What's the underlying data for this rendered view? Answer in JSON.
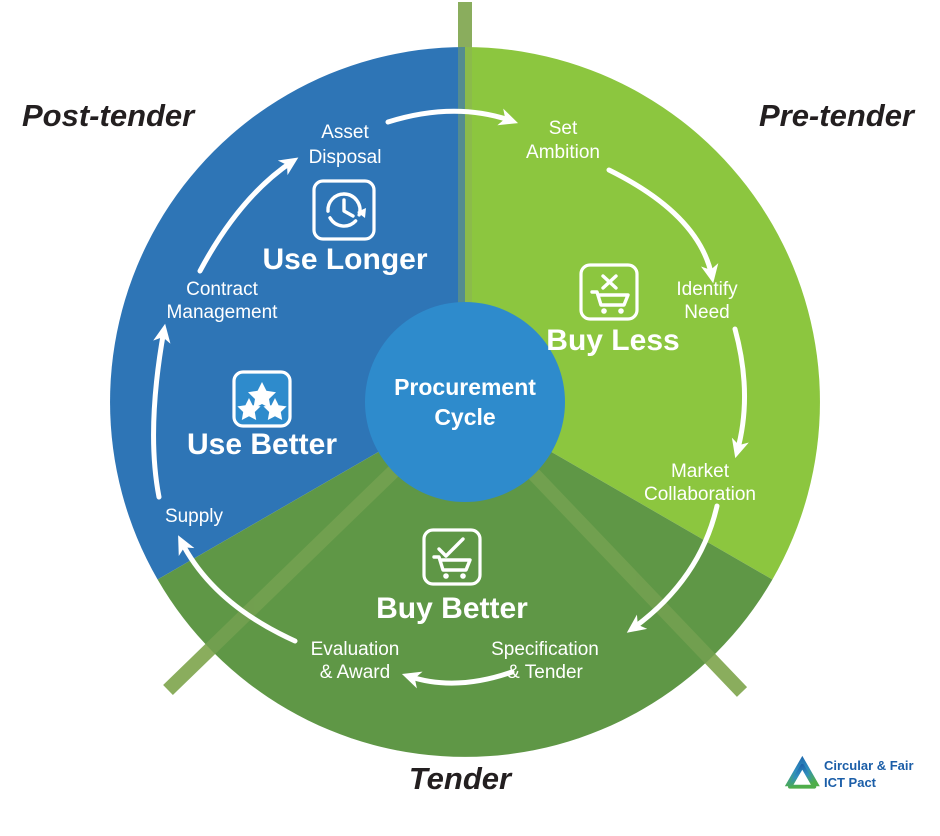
{
  "diagram": {
    "title": "Procurement Cycle",
    "center": {
      "line1": "Procurement",
      "line2": "Cycle"
    },
    "corner_labels": {
      "post_tender": "Post-tender",
      "pre_tender": "Pre-tender",
      "tender": "Tender"
    },
    "segments": [
      {
        "id": "use-longer",
        "phase": "Post-tender",
        "title": "Use Longer",
        "icon": "clock-icon",
        "color": "#2e75b6",
        "steps": [
          "Asset Disposal",
          "Contract Management"
        ]
      },
      {
        "id": "use-better",
        "phase": "Post-tender",
        "title": "Use Better",
        "icon": "three-stars-icon",
        "color": "#2e75b6",
        "steps": [
          "Supply"
        ]
      },
      {
        "id": "buy-less",
        "phase": "Pre-tender",
        "title": "Buy Less",
        "icon": "cart-minus-icon",
        "color": "#8cc63f",
        "steps": [
          "Set Ambition",
          "Identify Need",
          "Market Collaboration"
        ]
      },
      {
        "id": "buy-better",
        "phase": "Tender",
        "title": "Buy Better",
        "icon": "cart-check-icon",
        "color": "#5f9746",
        "steps": [
          "Specification & Tender",
          "Evaluation & Award"
        ]
      }
    ],
    "steps": {
      "asset_disposal": {
        "line1": "Asset",
        "line2": "Disposal"
      },
      "set_ambition": {
        "line1": "Set",
        "line2": "Ambition"
      },
      "identify_need": {
        "line1": "Identify",
        "line2": "Need"
      },
      "market_collaboration": {
        "line1": "Market",
        "line2": "Collaboration"
      },
      "specification_tender": {
        "line1": "Specification",
        "line2": "& Tender"
      },
      "evaluation_award": {
        "line1": "Evaluation",
        "line2": "& Award"
      },
      "supply": {
        "line1": "Supply"
      },
      "contract_management": {
        "line1": "Contract",
        "line2": "Management"
      }
    },
    "phase_titles": {
      "use_longer": "Use Longer",
      "use_better": "Use Better",
      "buy_less": "Buy Less",
      "buy_better": "Buy Better"
    },
    "colors": {
      "blue_segment": "#2e75b6",
      "light_green_segment": "#8cc63f",
      "dark_green_segment": "#5f9746",
      "center_circle": "#2e8bcc",
      "divider_line": "#8aad5d",
      "label_text": "#231f20",
      "white": "#ffffff",
      "logo_blue": "#1b5ea8",
      "logo_green": "#4fae4a"
    }
  },
  "logo": {
    "mark": "circular-fair-ict-pact-logo-icon",
    "line1": "Circular & Fair",
    "line2": "ICT Pact"
  }
}
